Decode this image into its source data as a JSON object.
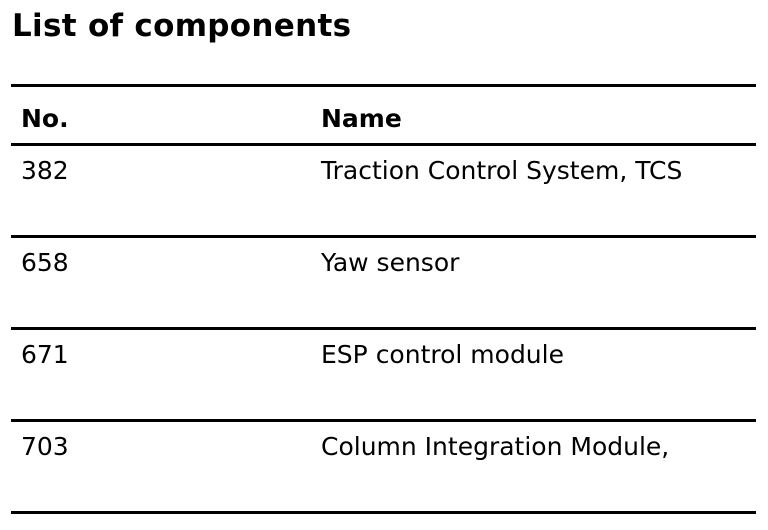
{
  "title": "List of components",
  "table": {
    "headers": {
      "no": "No.",
      "name": "Name"
    },
    "rows": [
      {
        "no": "382",
        "name": "Traction Control System, TCS"
      },
      {
        "no": "658",
        "name": "Yaw sensor"
      },
      {
        "no": "671",
        "name": "ESP control module"
      },
      {
        "no": "703",
        "name": "Column Integration Module,"
      }
    ]
  }
}
